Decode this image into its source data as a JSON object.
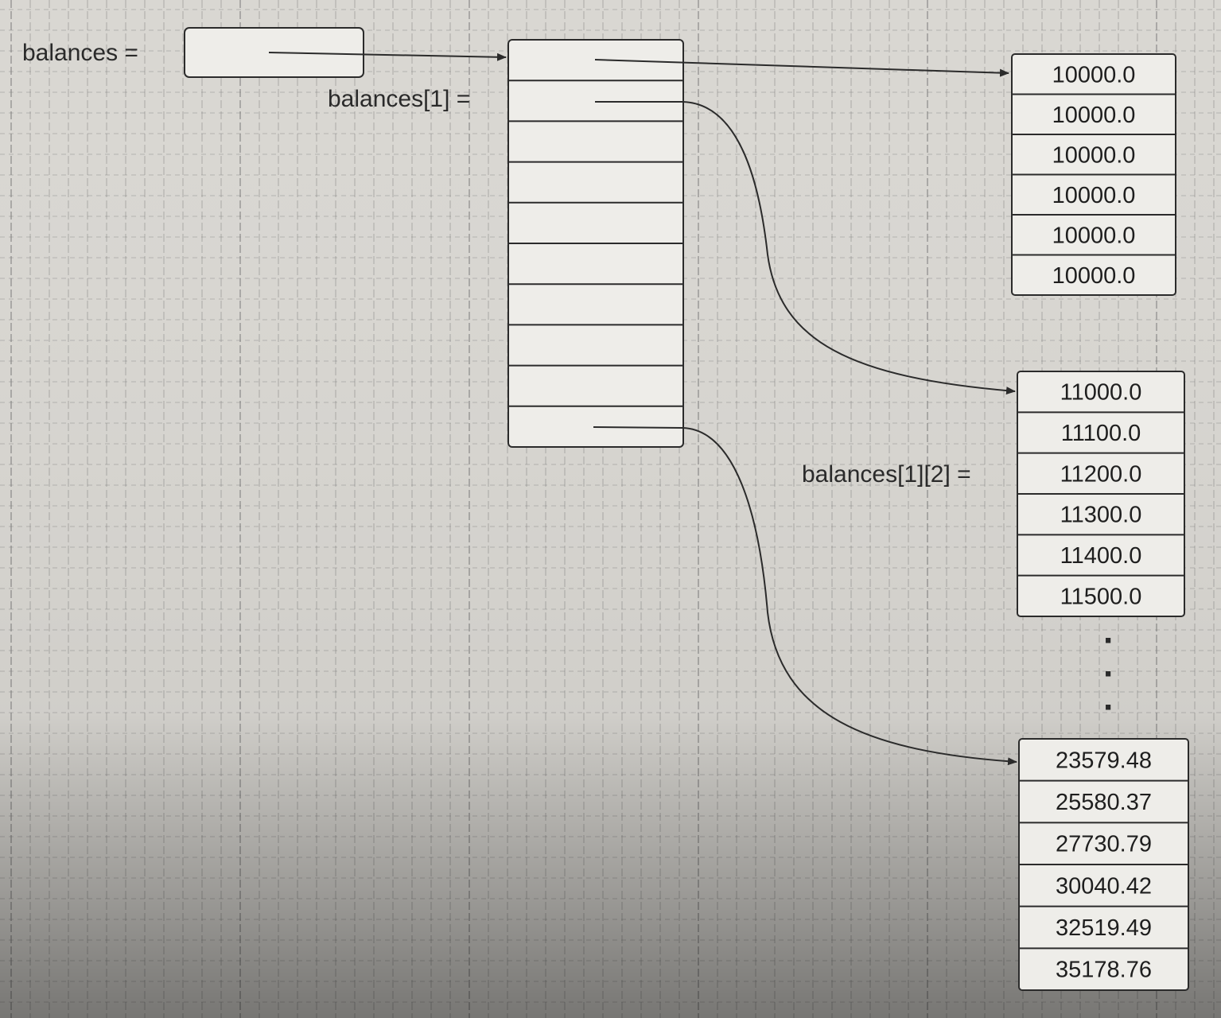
{
  "labels": {
    "balances": "balances =",
    "balances_row": "balances[1] =",
    "balances_cell": "balances[1][2] ="
  },
  "outer_array": {
    "rows": 10
  },
  "inner_arrays": [
    {
      "values": [
        "10000.0",
        "10000.0",
        "10000.0",
        "10000.0",
        "10000.0",
        "10000.0"
      ]
    },
    {
      "values": [
        "11000.0",
        "11100.0",
        "11200.0",
        "11300.0",
        "11400.0",
        "11500.0"
      ]
    },
    {
      "values": [
        "23579.48",
        "25580.37",
        "27730.79",
        "30040.42",
        "32519.49",
        "35178.76"
      ]
    }
  ],
  "ellipsis": [
    "·",
    "·",
    "·"
  ],
  "colors": {
    "paper": "#d9d7d2",
    "box_fill": "#eeede9",
    "line": "#2b2b2b",
    "grid": "#6f6f6f"
  }
}
